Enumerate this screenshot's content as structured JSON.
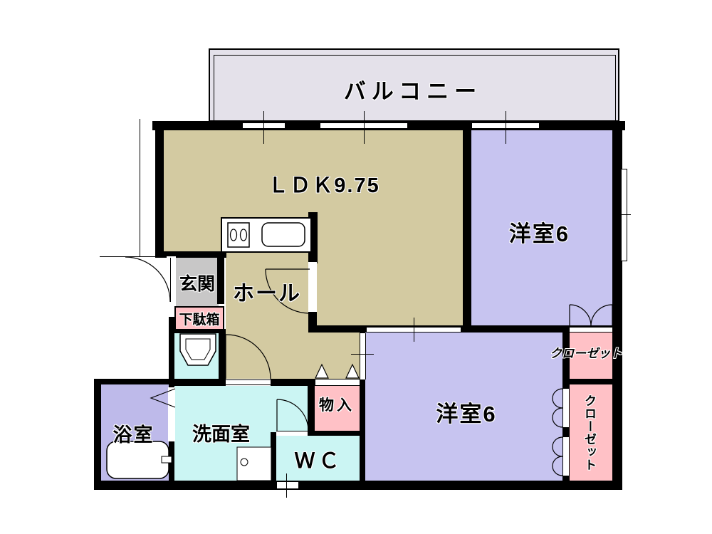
{
  "rooms": {
    "balcony": {
      "label": "バルコニー"
    },
    "ldk": {
      "label": "ＬＤＫ9.75"
    },
    "bedroom_upper": {
      "label": "洋室6"
    },
    "bedroom_lower": {
      "label": "洋室6"
    },
    "hall": {
      "label": "ホール"
    },
    "entrance": {
      "label": "玄関"
    },
    "shoe_cabinet": {
      "label": "下駄箱"
    },
    "bathroom": {
      "label": "浴室"
    },
    "washroom": {
      "label": "洗面室"
    },
    "toilet": {
      "label": "ＷＣ"
    },
    "storage": {
      "label": "物入"
    },
    "closet_upper": {
      "label": "クローゼット"
    },
    "closet_lower": {
      "label": "クローゼット"
    }
  },
  "colors": {
    "wall": "#000000",
    "ldk_floor": "#D3CAA1",
    "bedroom_floor": "#C7C4F0",
    "bath_floor": "#BEBAEA",
    "water_floor": "#CBF5F3",
    "pink": "#FFC1C6",
    "entrance_gray": "#C8C7C7",
    "balcony_gray": "#E4E1EA"
  }
}
